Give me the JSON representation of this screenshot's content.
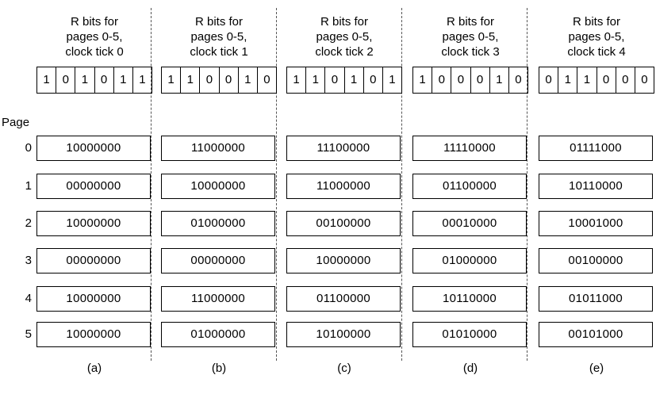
{
  "page_label": "Page",
  "page_numbers": [
    "0",
    "1",
    "2",
    "3",
    "4",
    "5"
  ],
  "columns": [
    {
      "header": [
        "R bits for",
        "pages 0-5,",
        "clock tick 0"
      ],
      "r_bits": [
        "1",
        "0",
        "1",
        "0",
        "1",
        "1"
      ],
      "counters": [
        "10000000",
        "00000000",
        "10000000",
        "00000000",
        "10000000",
        "10000000"
      ],
      "caption": "(a)"
    },
    {
      "header": [
        "R bits for",
        "pages 0-5,",
        "clock tick 1"
      ],
      "r_bits": [
        "1",
        "1",
        "0",
        "0",
        "1",
        "0"
      ],
      "counters": [
        "11000000",
        "10000000",
        "01000000",
        "00000000",
        "11000000",
        "01000000"
      ],
      "caption": "(b)"
    },
    {
      "header": [
        "R bits for",
        "pages 0-5,",
        "clock tick 2"
      ],
      "r_bits": [
        "1",
        "1",
        "0",
        "1",
        "0",
        "1"
      ],
      "counters": [
        "11100000",
        "11000000",
        "00100000",
        "10000000",
        "01100000",
        "10100000"
      ],
      "caption": "(c)"
    },
    {
      "header": [
        "R bits for",
        "pages 0-5,",
        "clock tick 3"
      ],
      "r_bits": [
        "1",
        "0",
        "0",
        "0",
        "1",
        "0"
      ],
      "counters": [
        "11110000",
        "01100000",
        "00010000",
        "01000000",
        "10110000",
        "01010000"
      ],
      "caption": "(d)"
    },
    {
      "header": [
        "R bits for",
        "pages 0-5,",
        "clock tick 4"
      ],
      "r_bits": [
        "0",
        "1",
        "1",
        "0",
        "0",
        "0"
      ],
      "counters": [
        "01111000",
        "10110000",
        "10001000",
        "00100000",
        "01011000",
        "00101000"
      ],
      "caption": "(e)"
    }
  ]
}
